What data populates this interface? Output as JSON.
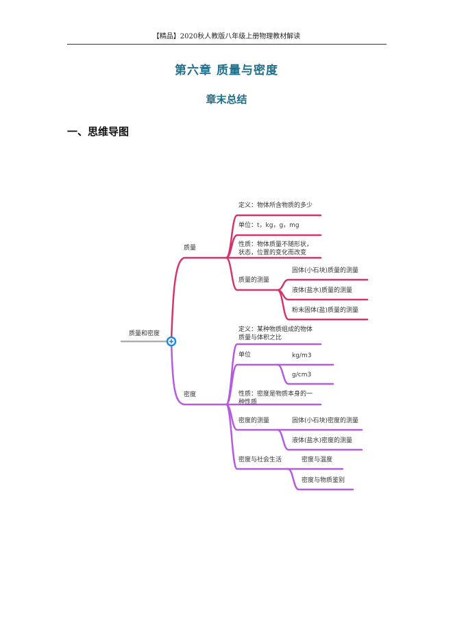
{
  "header": {
    "text": "【精品】2020秋人教版八年级上册物理教材解读"
  },
  "chapter_title": "第六章  质量与密度",
  "subtitle": "章末总结",
  "section_heading": "一、思维导图",
  "colors": {
    "title": "#1f6f8b",
    "mass_branch": "#d6336c",
    "density_branch": "#b45be0",
    "root_line": "#b0b0b0",
    "center_node": "#1e88e5"
  },
  "mindmap": {
    "root": "质量和密度",
    "center_icon": "plus-circle-icon",
    "mass": {
      "label": "质量",
      "definition": "定义：物体所含物质的多少",
      "unit": "单位：t，kg，g，mg",
      "property": [
        "性质：物体质量不随形状，",
        "状态，位置的变化而改变"
      ],
      "measurement": {
        "label": "质量的测量",
        "items": [
          "固体(小石块)质量的测量",
          "液体(盐水)质量的测量",
          "粉末固体(盐)质量的测量"
        ]
      }
    },
    "density": {
      "label": "密度",
      "definition": [
        "定义：某种物质组成的物体",
        "质量与体积之比"
      ],
      "unit": {
        "label": "单位",
        "items": [
          "kg/m3",
          "g/cm3"
        ]
      },
      "property": [
        "性质：密度是物质本身的一",
        "种性质"
      ],
      "measurement": {
        "label": "密度的测量",
        "items": [
          "固体(小石块)密度的测量",
          "液体(盐水)密度的测量"
        ]
      },
      "social": {
        "label": "密度与社会生活",
        "items": [
          "密度与温度",
          "密度与物质鉴别"
        ]
      }
    }
  }
}
